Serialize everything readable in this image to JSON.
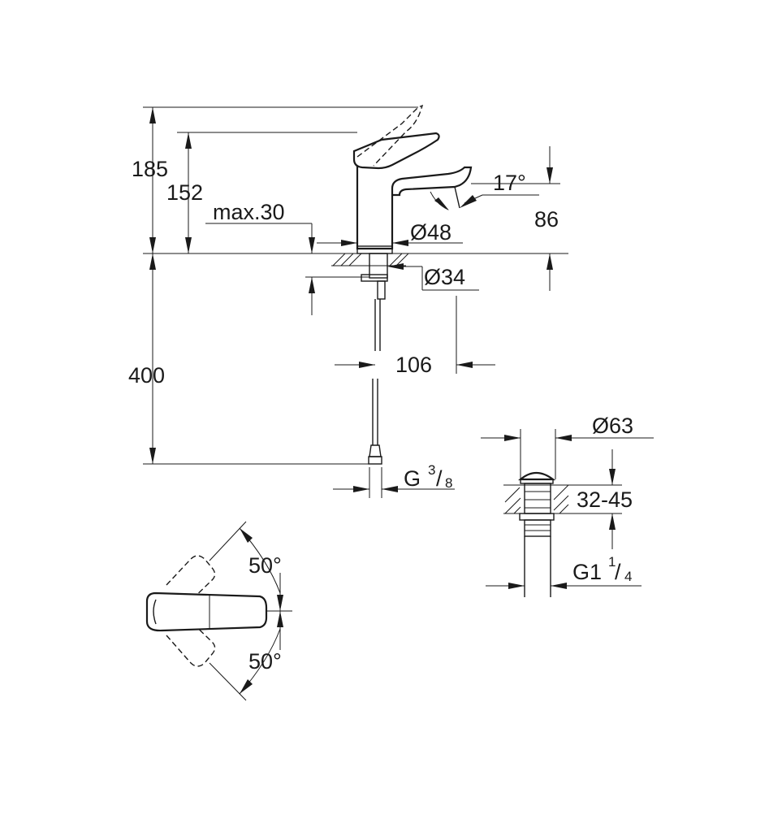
{
  "dimensions": {
    "total_height": "185",
    "spout_height": "152",
    "deck_thickness": "max.30",
    "body_diameter": "Ø48",
    "spout_angle": "17°",
    "spout_outlet_height": "86",
    "mount_hole_diameter": "Ø34",
    "hose_length": "400",
    "spout_reach": "106",
    "hose_connection": {
      "base": "G",
      "num": "3",
      "den": "8"
    }
  },
  "waste": {
    "diameter": "Ø63",
    "deck_range": "32-45",
    "thread": {
      "base": "G1",
      "num": "1",
      "den": "4"
    }
  },
  "handle": {
    "rotation_up": "50°",
    "rotation_down": "50°"
  }
}
